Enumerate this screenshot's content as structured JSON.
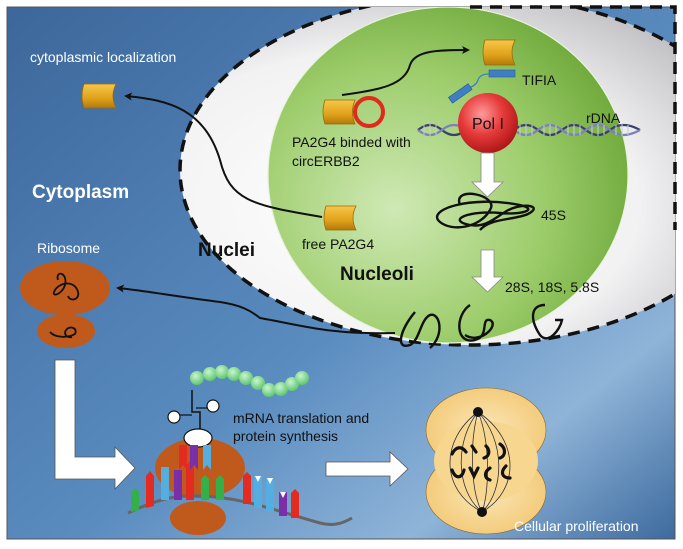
{
  "figure": {
    "regions": {
      "cytoplasm": "Cytoplasm",
      "nuclei": "Nuclei",
      "nucleoli": "Nucleoli"
    },
    "labels": {
      "cytoplasmic_localization": "cytoplasmic localization",
      "pa2g4_bound_line1": "PA2G4 binded with",
      "pa2g4_bound_line2": "circERBB2",
      "free_pa2g4": "free PA2G4",
      "tifia": "TIFIA",
      "pol_i": "Pol I",
      "rdna": "rDNA",
      "rrna_45s": "45S",
      "rrna_mature": "28S, 18S, 5.8S",
      "ribosome": "Ribosome",
      "translation_line1": "mRNA translation and",
      "translation_line2": "protein synthesis",
      "proliferation": "Cellular proliferation"
    },
    "colors": {
      "cytoplasm_blue": "#3f6fa3",
      "cytoplasm_blue_light": "#8fb3d6",
      "nucleus_white": "#f4f4f4",
      "nucleus_grey": "#b9b9be",
      "nucleolus_green": "#8dc05a",
      "nucleolus_green_light": "#c4e3a6",
      "pa2g4_gold": "#e3a51c",
      "circrna_red": "#e02a1c",
      "pol_i_red": "#e23a3a",
      "tifia_blue": "#3e7fc4",
      "ribosome_brown": "#c05a1c",
      "peptide_green": "#7ed48a",
      "cell_yellow": "#f7d690"
    }
  }
}
